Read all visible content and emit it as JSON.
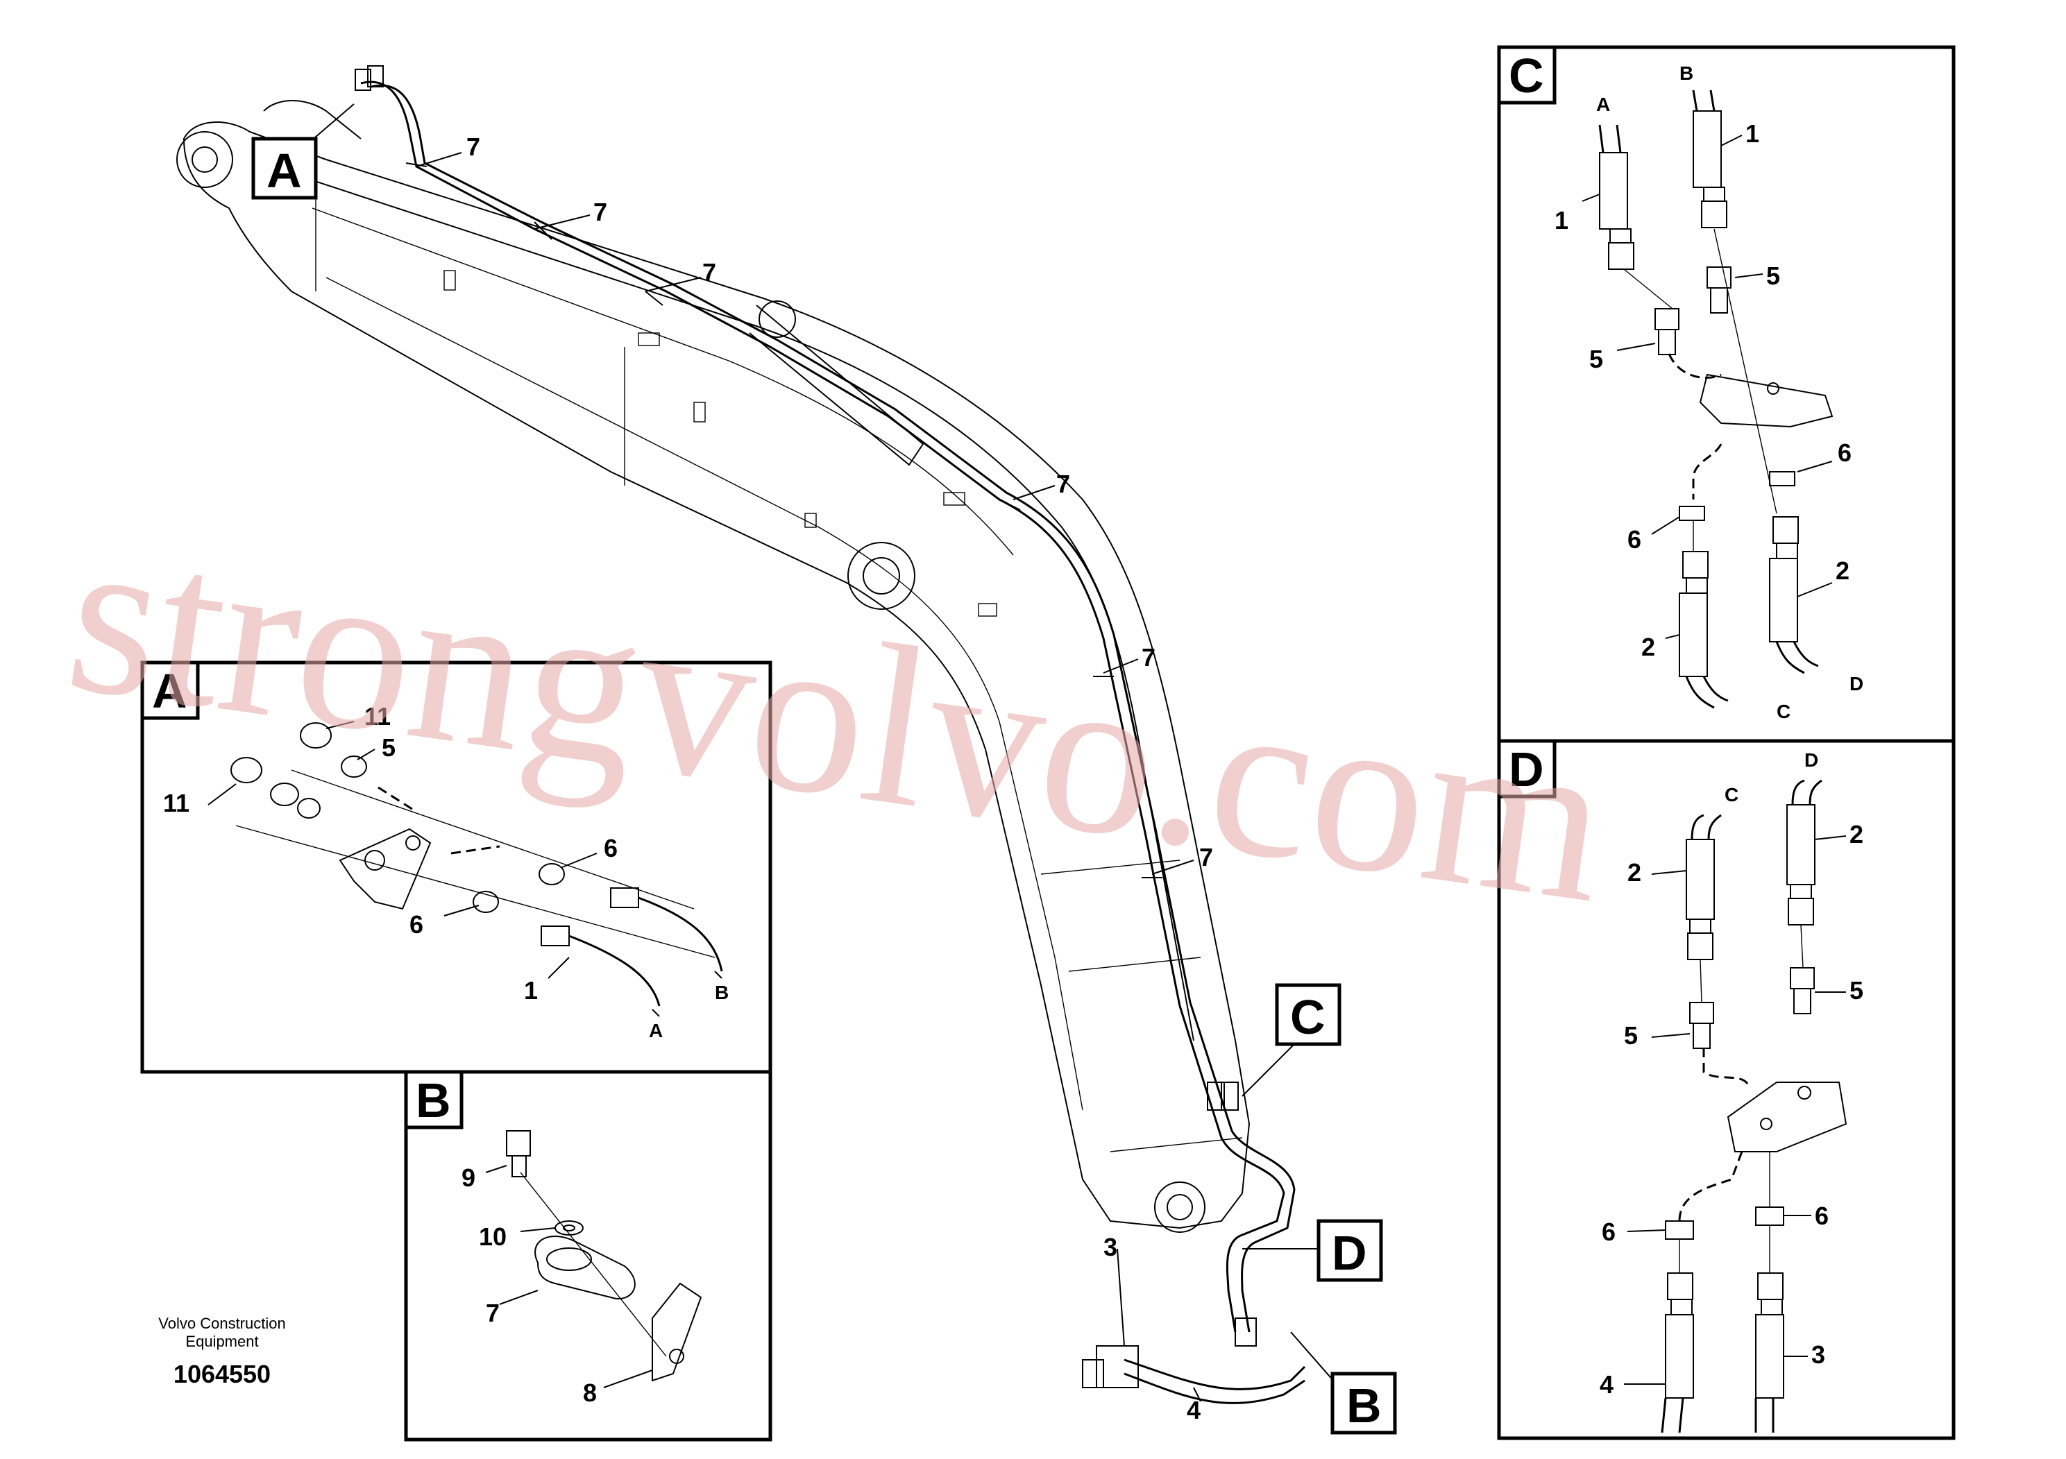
{
  "detail_labels": {
    "a": "A",
    "b": "B",
    "c": "C",
    "d": "D"
  },
  "callouts": {
    "n1": "1",
    "n2": "2",
    "n3": "3",
    "n4": "4",
    "n5": "5",
    "n6": "6",
    "n7": "7",
    "n8": "8",
    "n9": "9",
    "n10": "10",
    "n11": "11"
  },
  "hose_ends": {
    "a": "A",
    "b": "B",
    "c": "C",
    "d": "D"
  },
  "footer": {
    "company_line1": "Volvo Construction",
    "company_line2": "Equipment",
    "drawing_number": "1064550"
  },
  "watermark": "strongvolvo.com",
  "colors": {
    "watermark": "#e9a9a9",
    "ink": "#000000"
  }
}
